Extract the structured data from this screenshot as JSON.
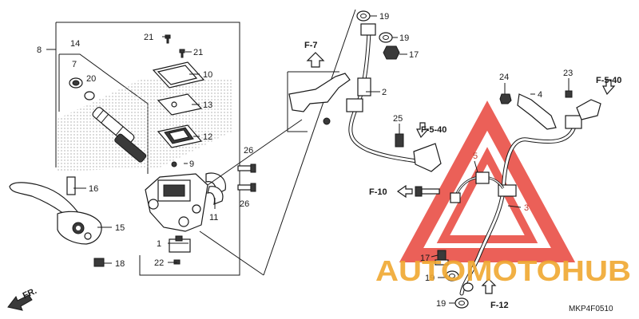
{
  "diagram": {
    "code": "MKP4F0510",
    "direction_label": "FR.",
    "callouts": [
      {
        "id": "c8",
        "text": "8"
      },
      {
        "id": "c14",
        "text": "14"
      },
      {
        "id": "c7",
        "text": "7"
      },
      {
        "id": "c20",
        "text": "20"
      },
      {
        "id": "c21a",
        "text": "21"
      },
      {
        "id": "c21b",
        "text": "21"
      },
      {
        "id": "c10",
        "text": "10"
      },
      {
        "id": "c13",
        "text": "13"
      },
      {
        "id": "c12",
        "text": "12"
      },
      {
        "id": "c9",
        "text": "9"
      },
      {
        "id": "c16",
        "text": "16"
      },
      {
        "id": "c15",
        "text": "15"
      },
      {
        "id": "c11",
        "text": "11"
      },
      {
        "id": "c26a",
        "text": "26"
      },
      {
        "id": "c26b",
        "text": "26"
      },
      {
        "id": "c1",
        "text": "1"
      },
      {
        "id": "c22",
        "text": "22"
      },
      {
        "id": "c18",
        "text": "18"
      },
      {
        "id": "c19a",
        "text": "19"
      },
      {
        "id": "c19b",
        "text": "19"
      },
      {
        "id": "c17a",
        "text": "17"
      },
      {
        "id": "c2",
        "text": "2"
      },
      {
        "id": "c25",
        "text": "25"
      },
      {
        "id": "c24",
        "text": "24"
      },
      {
        "id": "c23",
        "text": "23"
      },
      {
        "id": "c4",
        "text": "4"
      },
      {
        "id": "c5",
        "text": "5"
      },
      {
        "id": "c3",
        "text": "3"
      },
      {
        "id": "c17b",
        "text": "17"
      },
      {
        "id": "c19c",
        "text": "19"
      },
      {
        "id": "c19d",
        "text": "19"
      }
    ],
    "refs": [
      {
        "id": "rF7",
        "text": "F-7"
      },
      {
        "id": "rF540a",
        "text": "F-5-40"
      },
      {
        "id": "rF540b",
        "text": "F-5-40"
      },
      {
        "id": "rF10",
        "text": "F-10"
      },
      {
        "id": "rF12",
        "text": "F-12"
      }
    ]
  },
  "watermark": {
    "text": "AUTOMOTOHUB",
    "accent_color": "#f0a830",
    "triangle_color": "#e8453c"
  }
}
